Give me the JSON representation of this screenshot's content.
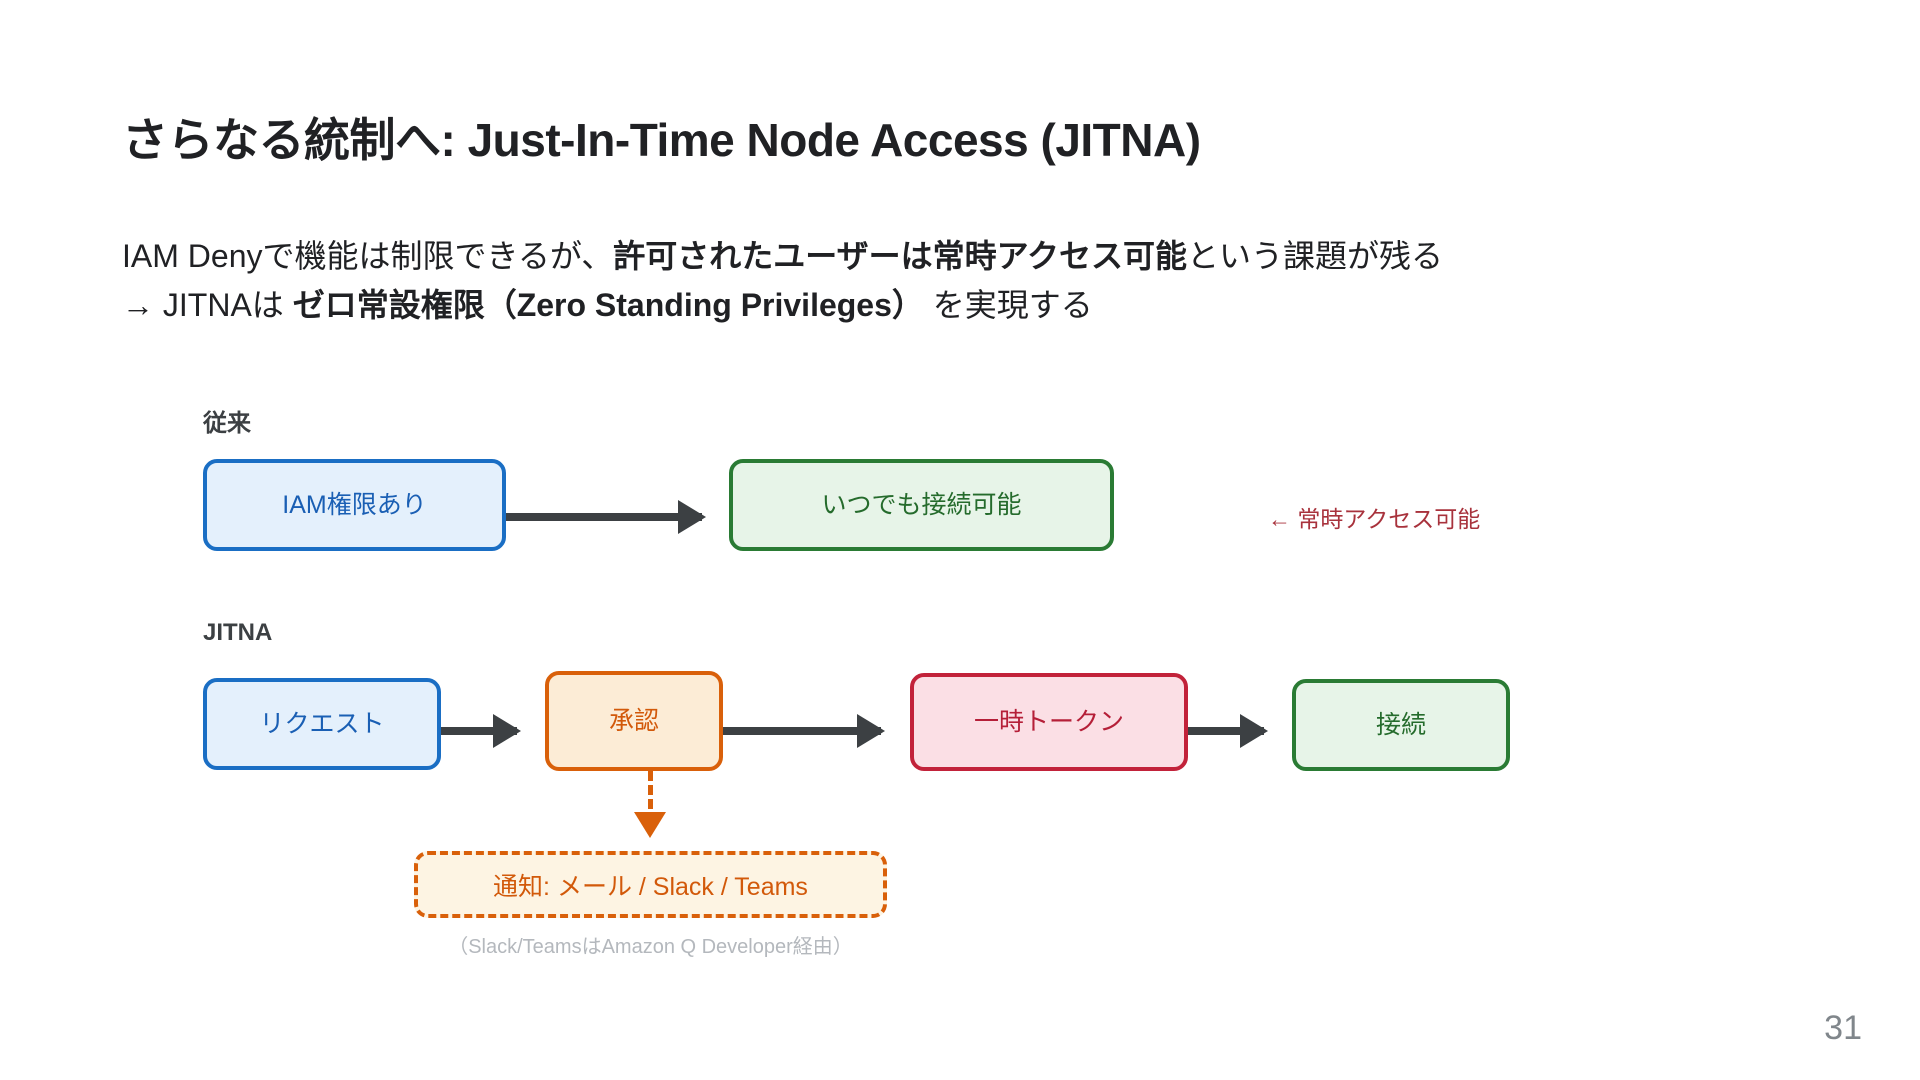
{
  "slide": {
    "title": "さらなる統制へ: Just-In-Time Node Access (JITNA)",
    "page_number": "31"
  },
  "body": {
    "line1_part1": "IAM Denyで機能は制限できるが、",
    "line1_emphasis": "許可されたユーザーは常時アクセス可能",
    "line1_part2": "という課題が残る",
    "line2_part1": "→ JITNAは ",
    "line2_emphasis": "ゼロ常設権限（Zero Standing Privileges）",
    "line2_part2": " を実現する"
  },
  "diagram": {
    "legacy": {
      "label": "従来",
      "nodes": [
        {
          "text": "IAM権限あり",
          "color": "#1a5fb4"
        },
        {
          "text": "いつでも接続可能",
          "color": "#256b2c"
        }
      ],
      "annotation": "← 常時アクセス可能",
      "annotation_color": "#a8323c"
    },
    "jitna": {
      "label": "JITNA",
      "nodes": [
        {
          "text": "リクエスト",
          "color": "#1a5fb4"
        },
        {
          "text": "承認",
          "color": "#d2590a"
        },
        {
          "text": "一時トークン",
          "color": "#b51f38"
        },
        {
          "text": "接続",
          "color": "#256b2c"
        }
      ],
      "notification": "通知: メール / Slack / Teams",
      "notification_caption": "（Slack/TeamsはAmazon Q Developer経由）",
      "notification_color": "#d2590a"
    }
  },
  "colors": {
    "blue_border": "#1a6ec4",
    "blue_fill": "#e4f0fc",
    "green_border": "#2a7b34",
    "green_fill": "#e7f4e8",
    "orange_border": "#d9600a",
    "orange_fill": "#fcecd6",
    "pink_border": "#c2223a",
    "pink_fill": "#fbdfe5",
    "arrow": "#3c4043",
    "page_number": "#80868b"
  }
}
